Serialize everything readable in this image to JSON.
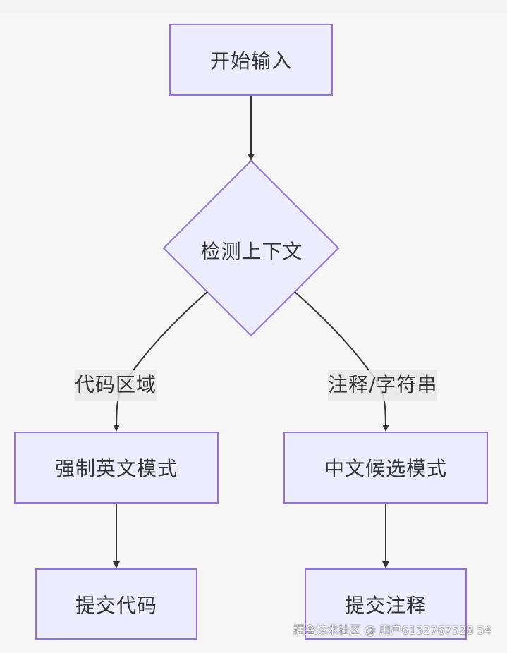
{
  "nodes": {
    "start": "开始输入",
    "decision": "检测上下文",
    "english_mode": "强制英文模式",
    "chinese_mode": "中文候选模式",
    "submit_code": "提交代码",
    "submit_comment": "提交注释"
  },
  "edge_labels": {
    "code_region": "代码区域",
    "comment_string": "注释/字符串"
  },
  "watermark": "掘金技术社区 @ 用户6132767528 54",
  "colors": {
    "node_fill": "#ececfe",
    "node_stroke": "#9370db",
    "edge": "#333333",
    "label_bg": "#e8e8e8",
    "background": "#f6f6f6"
  }
}
